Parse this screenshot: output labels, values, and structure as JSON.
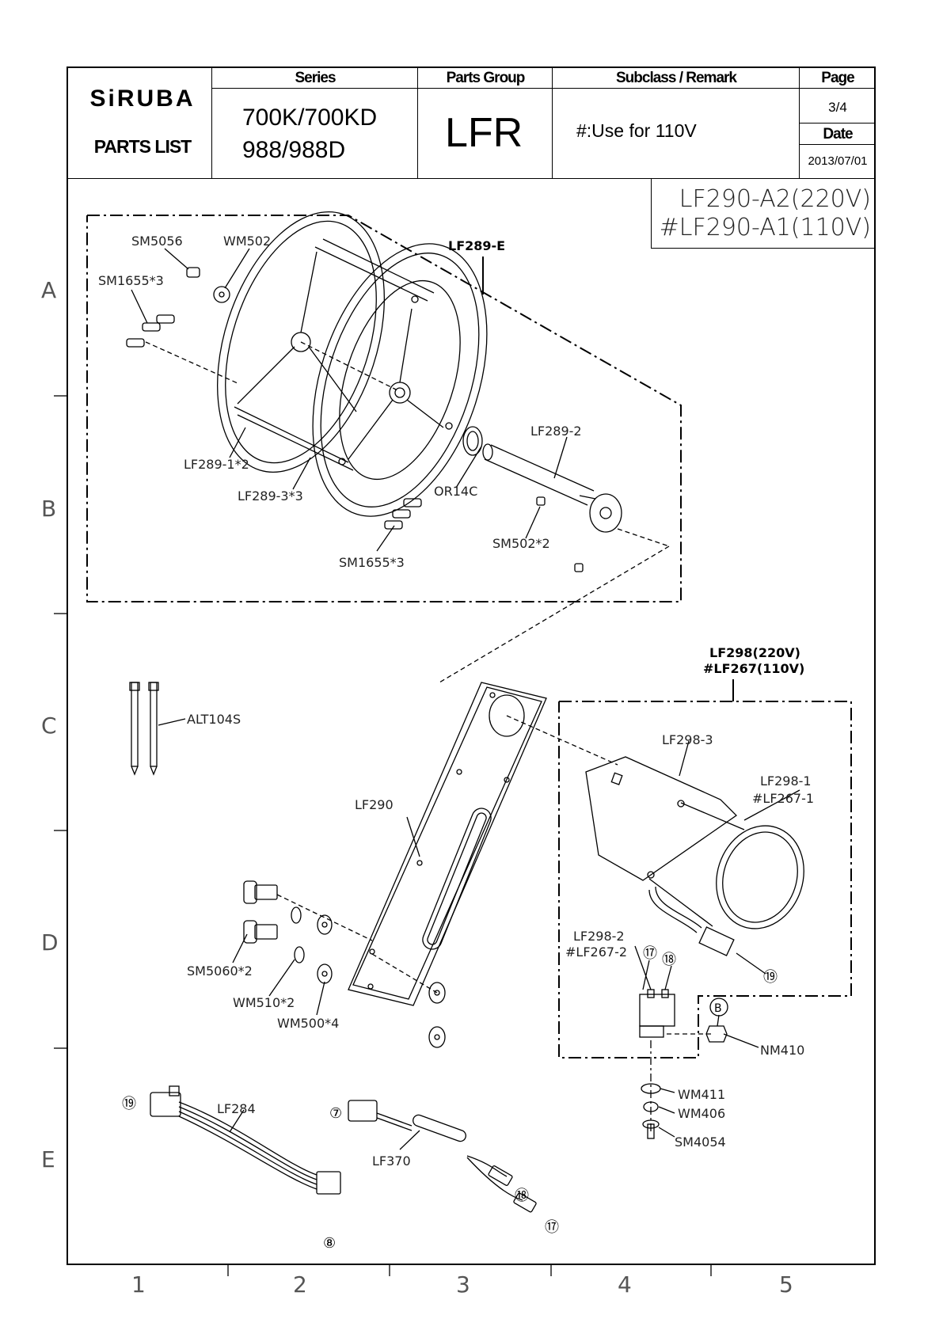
{
  "header": {
    "brand": "SiRUBA",
    "doc_type": "PARTS LIST",
    "series_label": "Series",
    "series_lines": [
      "700K/700KD",
      "988/988D"
    ],
    "group_label": "Parts Group",
    "group_value": "LFR",
    "remark_label": "Subclass / Remark",
    "remark_value": "#:Use for 110V",
    "page_label": "Page",
    "page_value": "3/4",
    "date_label": "Date",
    "date_value": "2013/07/01"
  },
  "assembly_title": [
    "LF290-A2(220V)",
    "#LF290-A1(110V)"
  ],
  "row_markers": [
    "A",
    "B",
    "C",
    "D",
    "E"
  ],
  "column_markers": [
    "1",
    "2",
    "3",
    "4",
    "5"
  ],
  "sub_assemblies": {
    "reel": "LF289-E",
    "motor": [
      "LF298(220V)",
      "#LF267(110V)"
    ]
  },
  "parts": {
    "sm5056": "SM5056",
    "wm502": "WM502",
    "sm1655_top": "SM1655*3",
    "lf289_1": "LF289-1*2",
    "lf289_3": "LF289-3*3",
    "lf289_2": "LF289-2",
    "or14c": "OR14C",
    "sm502": "SM502*2",
    "sm1655_bot": "SM1655*3",
    "alt104s": "ALT104S",
    "lf290": "LF290",
    "lf298_3": "LF298-3",
    "lf298_1": "LF298-1",
    "lf267_1": "#LF267-1",
    "lf298_2": "LF298-2",
    "lf267_2": "#LF267-2",
    "sm5060": "SM5060*2",
    "wm510": "WM510*2",
    "wm500": "WM500*4",
    "nm410": "NM410",
    "wm411": "WM411",
    "wm406": "WM406",
    "sm4054": "SM4054",
    "lf284": "LF284",
    "lf370": "LF370"
  },
  "callouts": {
    "c17": "⑰",
    "c18": "⑱",
    "c19": "⑲",
    "c7": "⑦",
    "c8": "⑧",
    "cB": "B"
  }
}
